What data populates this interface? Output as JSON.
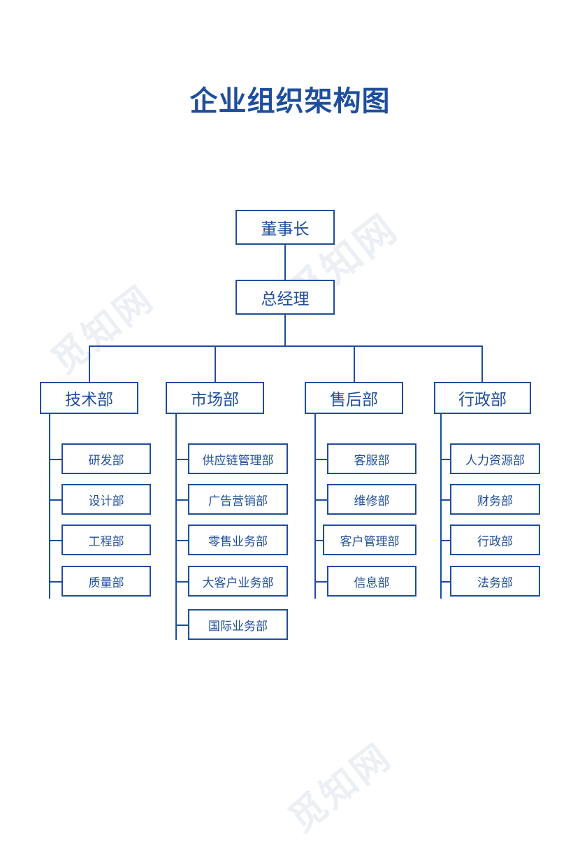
{
  "document": {
    "title": "企业组织架构图",
    "watermark_text": "觅知网"
  },
  "theme": {
    "accent": "#1f4e9c",
    "line": "#1f4e9c",
    "background": "#ffffff",
    "watermark": "#eceff3"
  },
  "chart_data": {
    "type": "diagram",
    "subtype": "org-chart",
    "title": "企业组织架构图",
    "orientation": "top-down",
    "nodes": [
      {
        "id": "chairman",
        "label": "董事长",
        "level": 1
      },
      {
        "id": "gm",
        "label": "总经理",
        "level": 2,
        "parent": "chairman"
      },
      {
        "id": "tech",
        "label": "技术部",
        "level": 3,
        "parent": "gm"
      },
      {
        "id": "market",
        "label": "市场部",
        "level": 3,
        "parent": "gm"
      },
      {
        "id": "aftersales",
        "label": "售后部",
        "level": 3,
        "parent": "gm"
      },
      {
        "id": "admin",
        "label": "行政部",
        "level": 3,
        "parent": "gm"
      },
      {
        "id": "tech-1",
        "label": "研发部",
        "level": 4,
        "parent": "tech"
      },
      {
        "id": "tech-2",
        "label": "设计部",
        "level": 4,
        "parent": "tech"
      },
      {
        "id": "tech-3",
        "label": "工程部",
        "level": 4,
        "parent": "tech"
      },
      {
        "id": "tech-4",
        "label": "质量部",
        "level": 4,
        "parent": "tech"
      },
      {
        "id": "market-1",
        "label": "供应链管理部",
        "level": 4,
        "parent": "market"
      },
      {
        "id": "market-2",
        "label": "广告营销部",
        "level": 4,
        "parent": "market"
      },
      {
        "id": "market-3",
        "label": "零售业务部",
        "level": 4,
        "parent": "market"
      },
      {
        "id": "market-4",
        "label": "大客户业务部",
        "level": 4,
        "parent": "market"
      },
      {
        "id": "market-5",
        "label": "国际业务部",
        "level": 4,
        "parent": "market"
      },
      {
        "id": "aftersales-1",
        "label": "客服部",
        "level": 4,
        "parent": "aftersales"
      },
      {
        "id": "aftersales-2",
        "label": "维修部",
        "level": 4,
        "parent": "aftersales"
      },
      {
        "id": "aftersales-3",
        "label": "客户管理部",
        "level": 4,
        "parent": "aftersales"
      },
      {
        "id": "aftersales-4",
        "label": "信息部",
        "level": 4,
        "parent": "aftersales"
      },
      {
        "id": "admin-1",
        "label": "人力资源部",
        "level": 4,
        "parent": "admin"
      },
      {
        "id": "admin-2",
        "label": "财务部",
        "level": 4,
        "parent": "admin"
      },
      {
        "id": "admin-3",
        "label": "行政部",
        "level": 4,
        "parent": "admin"
      },
      {
        "id": "admin-4",
        "label": "法务部",
        "level": 4,
        "parent": "admin"
      }
    ]
  },
  "org": {
    "chairman": {
      "label": "董事长"
    },
    "general_manager": {
      "label": "总经理"
    },
    "departments": [
      {
        "label": "技术部",
        "children": [
          {
            "label": "研发部"
          },
          {
            "label": "设计部"
          },
          {
            "label": "工程部"
          },
          {
            "label": "质量部"
          }
        ]
      },
      {
        "label": "市场部",
        "children": [
          {
            "label": "供应链管理部"
          },
          {
            "label": "广告营销部"
          },
          {
            "label": "零售业务部"
          },
          {
            "label": "大客户业务部"
          },
          {
            "label": "国际业务部"
          }
        ]
      },
      {
        "label": "售后部",
        "children": [
          {
            "label": "客服部"
          },
          {
            "label": "维修部"
          },
          {
            "label": "客户管理部"
          },
          {
            "label": "信息部"
          }
        ]
      },
      {
        "label": "行政部",
        "children": [
          {
            "label": "人力资源部"
          },
          {
            "label": "财务部"
          },
          {
            "label": "行政部"
          },
          {
            "label": "法务部"
          }
        ]
      }
    ]
  }
}
